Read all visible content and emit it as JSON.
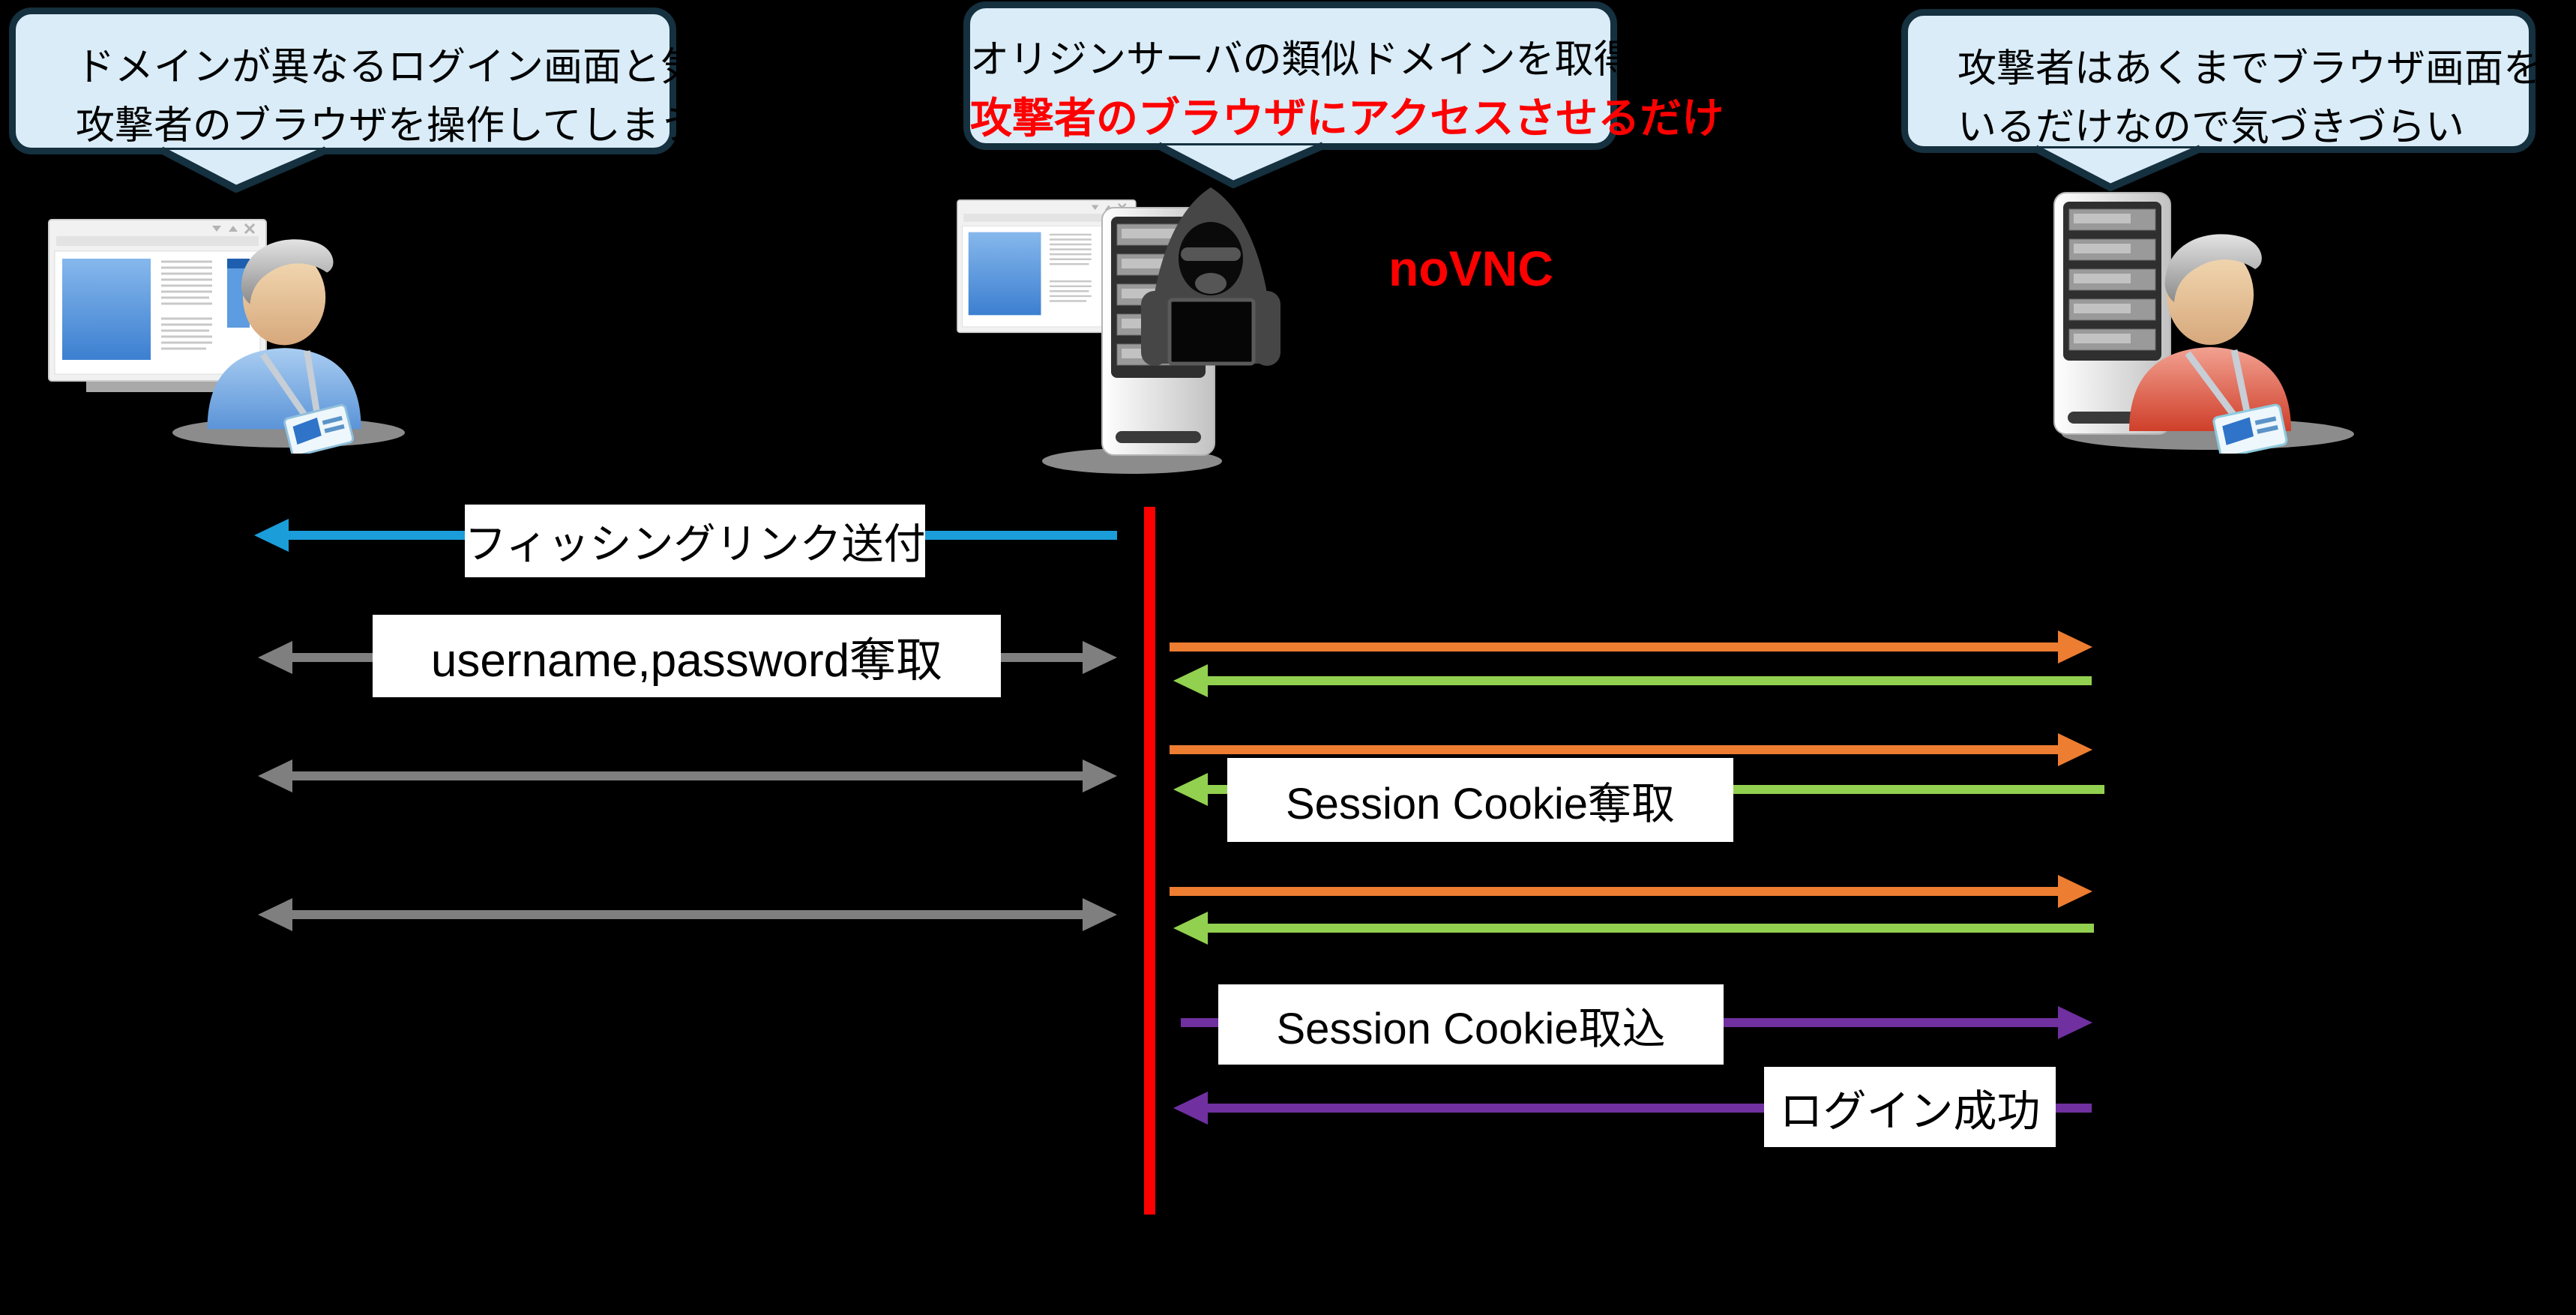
{
  "bubbles": {
    "victim": {
      "line1": "ドメインが異なるログイン画面と気づかず",
      "line2": "攻撃者のブラウザを操作してしまう"
    },
    "attacker": {
      "line1": "オリジンサーバの類似ドメインを取得",
      "line2": "攻撃者のブラウザにアクセスさせるだけ",
      "line2_color": "#ff0000"
    },
    "origin": {
      "line1": "攻撃者はあくまでブラウザ画面をの取って",
      "line2": "いるだけなので気づきづらい"
    }
  },
  "labels": {
    "novnc": "noVNC",
    "phishing": "フィッシングリンク送付",
    "credentials": "username,password奪取",
    "cookie_steal": "Session Cookie奪取",
    "cookie_import": "Session Cookie取込",
    "login_success": "ログイン成功"
  },
  "actors": {
    "victim": {
      "icon": "user-browser-icon"
    },
    "attacker": {
      "icon": "hacker-server-browser-icon"
    },
    "origin": {
      "icon": "server-admin-icon"
    }
  },
  "sequence": {
    "divider_color": "#ff0000",
    "messages": [
      {
        "id": "phishing-link",
        "label_key": "phishing",
        "color": "#1b9dd9",
        "direction": "left",
        "lane": "attacker-to-victim"
      },
      {
        "id": "credential-theft",
        "label_key": "credentials",
        "color": "#7f7f7f",
        "direction": "both",
        "lane": "victim-attacker"
      },
      {
        "id": "relay-1-request",
        "label_key": null,
        "color": "#ed7d31",
        "direction": "right",
        "lane": "attacker-to-origin"
      },
      {
        "id": "relay-1-response",
        "label_key": null,
        "color": "#92d050",
        "direction": "left",
        "lane": "origin-to-attacker"
      },
      {
        "id": "relay-2",
        "label_key": null,
        "color": "#7f7f7f",
        "direction": "both",
        "lane": "victim-attacker"
      },
      {
        "id": "relay-2-request",
        "label_key": null,
        "color": "#ed7d31",
        "direction": "right",
        "lane": "attacker-to-origin"
      },
      {
        "id": "cookie-steal",
        "label_key": "cookie_steal",
        "color": "#92d050",
        "direction": "left",
        "lane": "origin-to-attacker"
      },
      {
        "id": "relay-3",
        "label_key": null,
        "color": "#7f7f7f",
        "direction": "both",
        "lane": "victim-attacker"
      },
      {
        "id": "relay-3-request",
        "label_key": null,
        "color": "#ed7d31",
        "direction": "right",
        "lane": "attacker-to-origin"
      },
      {
        "id": "relay-3-response",
        "label_key": null,
        "color": "#92d050",
        "direction": "left",
        "lane": "origin-to-attacker"
      },
      {
        "id": "cookie-import",
        "label_key": "cookie_import",
        "color": "#7030a0",
        "direction": "right",
        "lane": "attacker-to-origin"
      },
      {
        "id": "login-success",
        "label_key": "login_success",
        "color": "#7030a0",
        "direction": "left",
        "lane": "origin-to-attacker"
      }
    ]
  },
  "colors": {
    "background": "#000000",
    "bubble_fill": "#d9ecf7",
    "bubble_border": "#15303f",
    "arrow_blue": "#1b9dd9",
    "arrow_gray": "#7f7f7f",
    "arrow_orange": "#ed7d31",
    "arrow_green": "#92d050",
    "arrow_purple": "#7030a0",
    "divider_red": "#ff0000",
    "highlight_red": "#ff0000",
    "label_box": "#ffffff"
  }
}
